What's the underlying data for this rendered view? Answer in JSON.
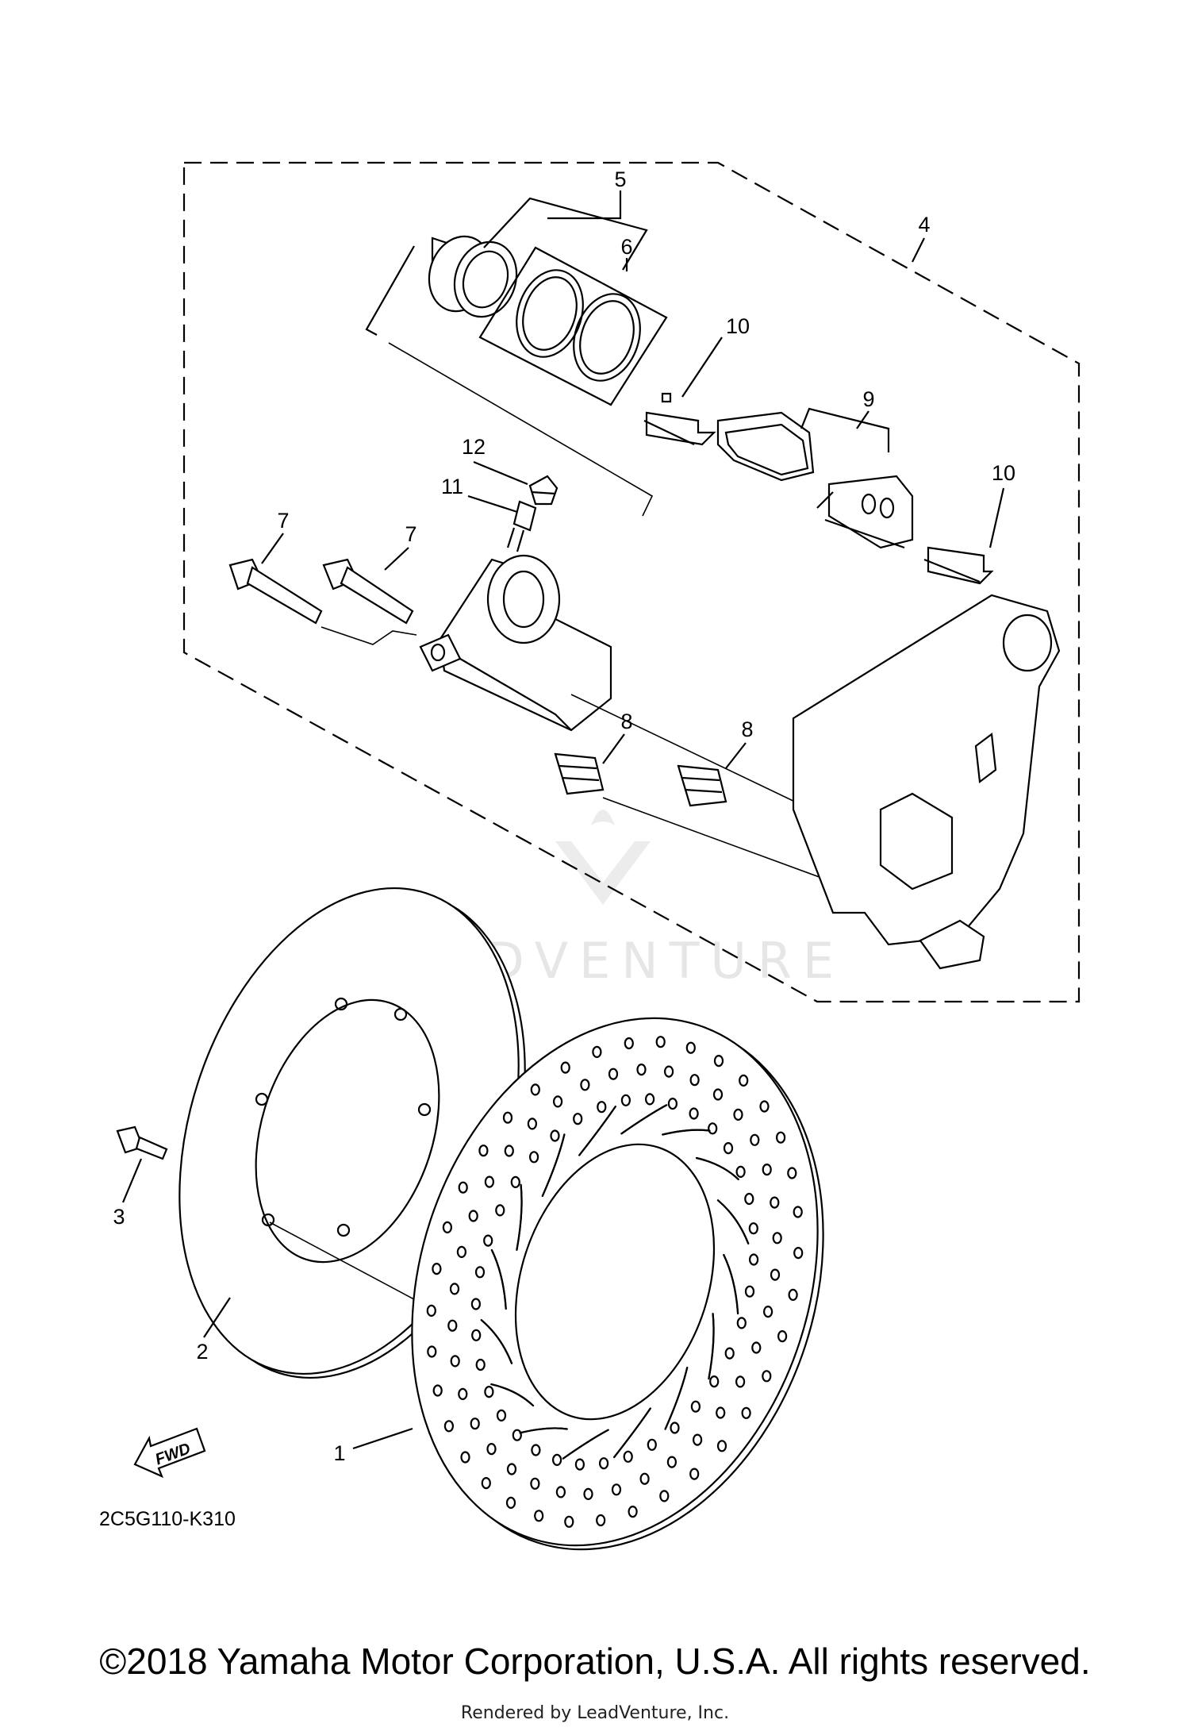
{
  "diagram": {
    "callouts": {
      "c1": "1",
      "c2": "2",
      "c3": "3",
      "c4": "4",
      "c5": "5",
      "c6": "6",
      "c7a": "7",
      "c7b": "7",
      "c8a": "8",
      "c8b": "8",
      "c9": "9",
      "c10a": "10",
      "c10b": "10",
      "c11": "11",
      "c12": "12"
    },
    "fwd_label": "FWD",
    "diagram_code": "2C5G110-K310",
    "watermark": "LEADVENTURE"
  },
  "footer": {
    "copyright": "©2018 Yamaha Motor Corporation, U.S.A. All rights reserved.",
    "rendered_by": "Rendered by LeadVenture, Inc."
  }
}
